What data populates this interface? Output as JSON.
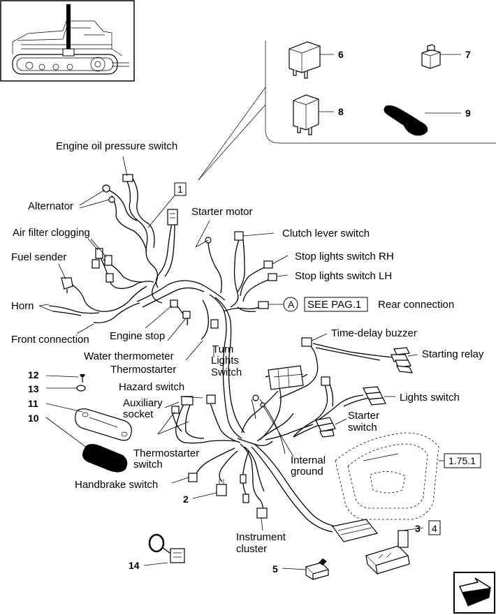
{
  "labels": {
    "engine_oil_pressure_switch": "Engine oil pressure switch",
    "alternator": "Alternator",
    "air_filter_clogging": "Air filter clogging",
    "fuel_sender": "Fuel sender",
    "horn": "Horn",
    "front_connection": "Front connection",
    "engine_stop": "Engine stop",
    "water_thermometer": "Water thermometer",
    "thermostarter": "Thermostarter",
    "starter_motor": "Starter motor",
    "clutch_lever_switch": "Clutch lever switch",
    "stop_lights_rh": "Stop lights switch RH",
    "stop_lights_lh": "Stop lights switch LH",
    "see_pag": "SEE PAG.1",
    "rear_connection": "Rear connection",
    "callout_a": "A",
    "time_delay_buzzer": "Time-delay buzzer",
    "starting_relay": "Starting relay",
    "turn_lights_1": "Turn",
    "turn_lights_2": "Lights",
    "turn_lights_3": "Switch",
    "hazard_switch": "Hazard switch",
    "auxiliary_socket_1": "Auxiliary",
    "auxiliary_socket_2": "socket",
    "lights_switch": "Lights switch",
    "starter_switch_1": "Starter",
    "starter_switch_2": "switch",
    "thermostarter_switch_1": "Thermostarter",
    "thermostarter_switch_2": "switch",
    "internal_ground_1": "Internal",
    "internal_ground_2": "ground",
    "handbrake_switch": "Handbrake switch",
    "instrument_cluster_1": "Instrument",
    "instrument_cluster_2": "cluster",
    "ref_1_75_1": "1.75.1"
  },
  "numbers": {
    "n1": "1",
    "n2": "2",
    "n3": "3",
    "n4": "4",
    "n5": "5",
    "n6": "6",
    "n7": "7",
    "n8": "8",
    "n9": "9",
    "n10": "10",
    "n11": "11",
    "n12": "12",
    "n13": "13",
    "n14": "14"
  }
}
